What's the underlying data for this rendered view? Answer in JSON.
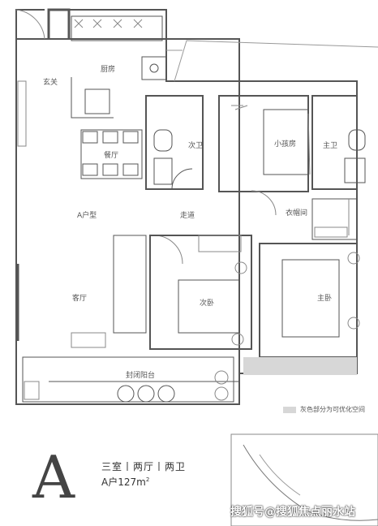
{
  "rooms": {
    "entrance": "玄关",
    "kitchen": "厨房",
    "dining": "餐厅",
    "bathroom2": "次卫",
    "kids_room": "小孩房",
    "master_bath": "主卫",
    "unit_type_label": "A户型",
    "corridor": "走道",
    "cloakroom": "衣帽间",
    "living": "客厅",
    "bedroom2": "次卧",
    "master_bedroom": "主卧",
    "balcony": "封闭阳台"
  },
  "legend": {
    "text": "灰色部分为可优化空间",
    "swatch_color": "#d7d7d7"
  },
  "unit": {
    "letter": "A",
    "layout": "三室丨两厅丨两卫",
    "area_prefix": "A户",
    "area_value": "127m",
    "area_sup": "2"
  },
  "watermark": {
    "text": "搜狐号@搜狐焦点丽水站"
  }
}
